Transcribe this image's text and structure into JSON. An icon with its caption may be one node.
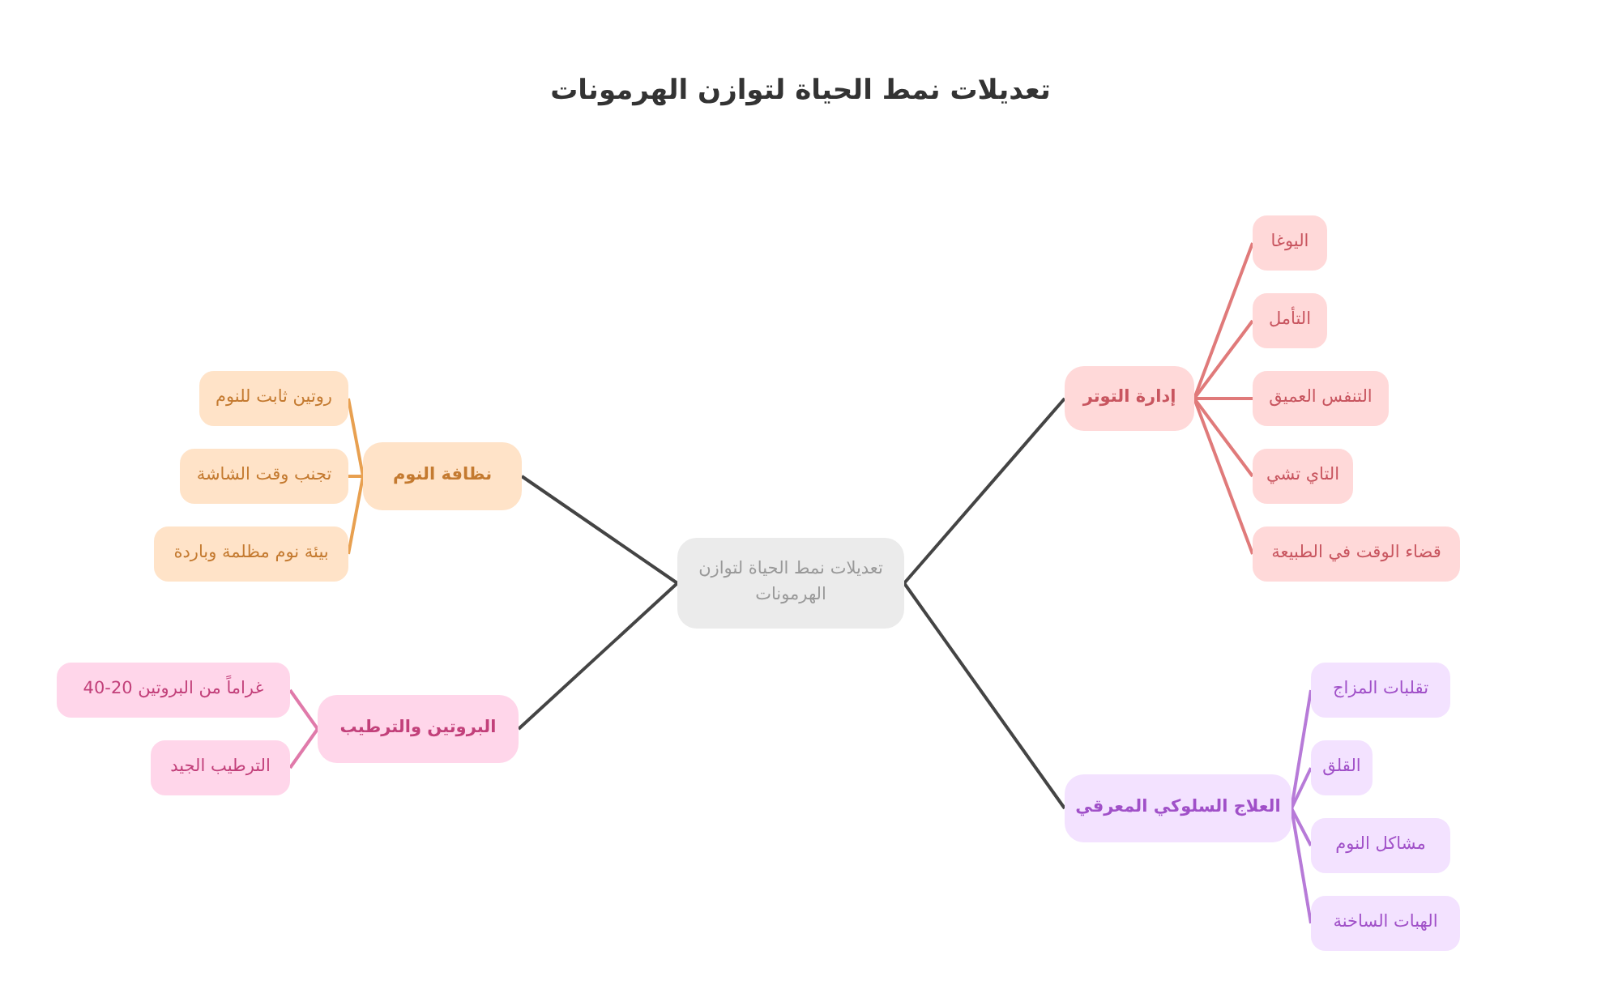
{
  "diagram": {
    "title": "تعديلات نمط الحياة لتوازن الهرمونات",
    "nodes": [
      {
        "text": [
          "تعديلات نمط الحياة لتوازن الهرمونات"
        ]
      },
      {
        "text": [
          "إدارة التوتر"
        ]
      },
      {
        "text": [
          "اليوغا"
        ]
      },
      {
        "text": [
          "التأمل"
        ]
      },
      {
        "text": [
          "التنفس العميق"
        ]
      },
      {
        "text": [
          "التاي تشي"
        ]
      },
      {
        "text": [
          "قضاء الوقت في الطبيعة"
        ]
      },
      {
        "text": [
          "العلاج السلوكي المعرقي"
        ]
      },
      {
        "text": [
          "تقلبات المزاج"
        ]
      },
      {
        "text": [
          "القلق"
        ]
      },
      {
        "text": [
          "مشاكل النوم"
        ]
      },
      {
        "text": [
          "الهبات الساخنة"
        ]
      },
      {
        "text": [
          "نظافة النوم"
        ]
      },
      {
        "text": [
          "روتين ثابت للنوم"
        ]
      },
      {
        "text": [
          "تجنب وقت الشاشة"
        ]
      },
      {
        "text": [
          "بيئة نوم مظلمة وباردة"
        ]
      },
      {
        "text": [
          "البروتين والترطيب"
        ]
      },
      {
        "text": [
          "غراماً من البروتين 20-40"
        ]
      },
      {
        "text": [
          "الترطيب الجيد"
        ]
      }
    ],
    "edges": [
      {
        "from": 0,
        "to": 1,
        "arrow": "none",
        "color": "#444444"
      },
      {
        "from": 1,
        "to": 2,
        "arrow": "none",
        "color": "#e07a7a"
      },
      {
        "from": 1,
        "to": 3,
        "arrow": "none",
        "color": "#e07a7a"
      },
      {
        "from": 1,
        "to": 4,
        "arrow": "none",
        "color": "#e07a7a"
      },
      {
        "from": 1,
        "to": 5,
        "arrow": "none",
        "color": "#e07a7a"
      },
      {
        "from": 1,
        "to": 6,
        "arrow": "none",
        "color": "#e07a7a"
      },
      {
        "from": 0,
        "to": 7,
        "arrow": "none",
        "color": "#444444"
      },
      {
        "from": 7,
        "to": 8,
        "arrow": "none",
        "color": "#b77ad8"
      },
      {
        "from": 7,
        "to": 9,
        "arrow": "none",
        "color": "#b77ad8"
      },
      {
        "from": 7,
        "to": 10,
        "arrow": "none",
        "color": "#b77ad8"
      },
      {
        "from": 7,
        "to": 11,
        "arrow": "none",
        "color": "#b77ad8"
      },
      {
        "from": 0,
        "to": 12,
        "arrow": "none",
        "color": "#444444"
      },
      {
        "from": 12,
        "to": 13,
        "arrow": "none",
        "color": "#e8a050"
      },
      {
        "from": 12,
        "to": 14,
        "arrow": "none",
        "color": "#e8a050"
      },
      {
        "from": 12,
        "to": 15,
        "arrow": "none",
        "color": "#e8a050"
      },
      {
        "from": 0,
        "to": 16,
        "arrow": "none",
        "color": "#444444"
      },
      {
        "from": 16,
        "to": 17,
        "arrow": "none",
        "color": "#e07aaa"
      },
      {
        "from": 16,
        "to": 18,
        "arrow": "none",
        "color": "#e07aaa"
      }
    ]
  }
}
